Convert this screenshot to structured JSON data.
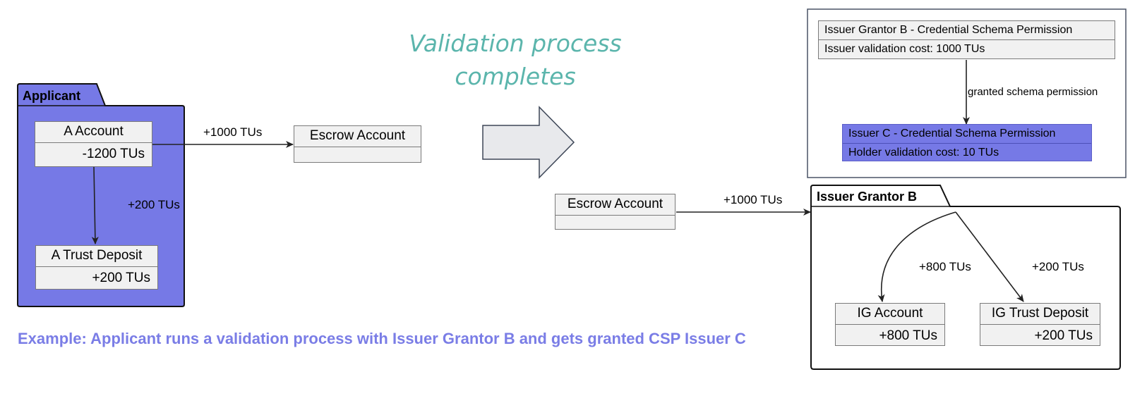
{
  "headline": {
    "line1": "Validation process",
    "line2": "completes"
  },
  "caption": "Example: Applicant runs a validation process with Issuer Grantor B and gets granted CSP Issuer C",
  "applicant": {
    "package_label": "Applicant",
    "account": {
      "title": "A Account",
      "value": "-1200 TUs"
    },
    "trust_deposit": {
      "title": "A Trust Deposit",
      "value": "+200 TUs"
    },
    "edge_to_deposit": "+200 TUs"
  },
  "escrow_left": {
    "title": "Escrow Account",
    "edge_in": "+1000 TUs"
  },
  "escrow_right": {
    "title": "Escrow Account",
    "edge_out": "+1000 TUs"
  },
  "permissions": {
    "grantor_perm": {
      "title": "Issuer Grantor B - Credential Schema Permission",
      "value": "Issuer validation cost: 1000 TUs"
    },
    "issuer_perm": {
      "title": "Issuer C - Credential Schema Permission",
      "value": "Holder validation cost: 10 TUs"
    },
    "edge_label": "granted schema permission"
  },
  "issuer_grantor": {
    "package_label": "Issuer Grantor B",
    "account": {
      "title": "IG Account",
      "value": "+800 TUs"
    },
    "trust_deposit": {
      "title": "IG Trust Deposit",
      "value": "+200 TUs"
    },
    "edge_to_account": "+800 TUs",
    "edge_to_deposit": "+200 TUs"
  },
  "colors": {
    "package_fill": "#7679e6",
    "headline": "#5bb5ac",
    "caption": "#7a7de6",
    "box_fill": "#f1f1f1"
  }
}
